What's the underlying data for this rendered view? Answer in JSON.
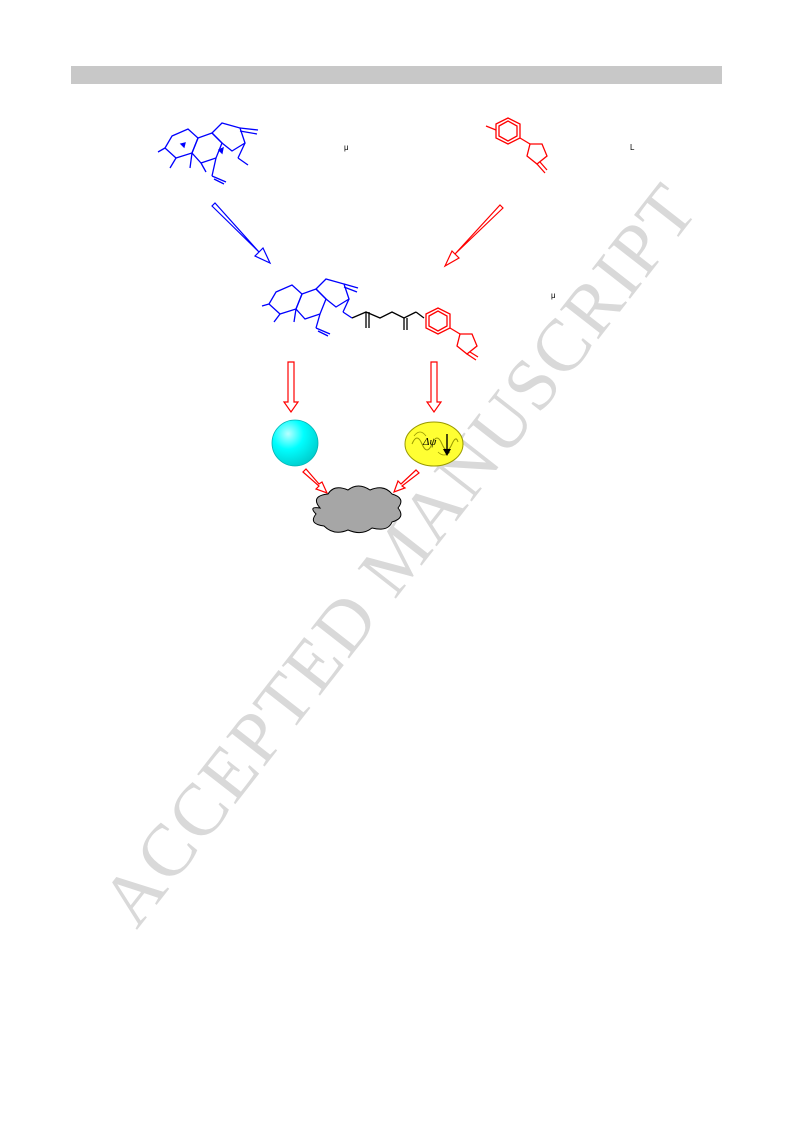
{
  "header": {
    "bar_color": "#c8c8c8"
  },
  "watermark": {
    "text": "ACCEPTED MANUSCRIPT"
  },
  "figure": {
    "colors": {
      "left_scaffold": "#0000ff",
      "right_scaffold": "#ff0000",
      "linker": "#000000",
      "sphere": "#00ffff",
      "mitochondrion": "#ffff33",
      "cloud": "#aaaaaa"
    },
    "mito_label": "Δψ",
    "tiny_marks": [
      "μ",
      "L",
      "μ"
    ],
    "icons": [
      "left-molecule-icon",
      "right-molecule-icon",
      "hybrid-molecule-icon",
      "sphere-icon",
      "mitochondrion-icon",
      "cloud-icon"
    ]
  }
}
